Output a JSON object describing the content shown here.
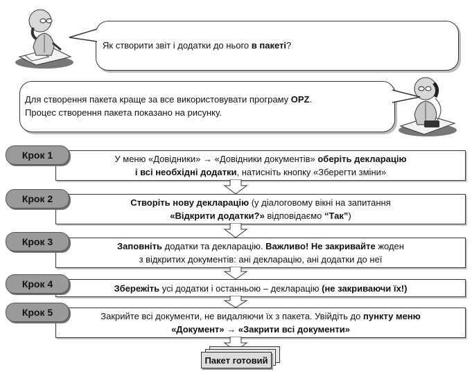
{
  "dialog": {
    "question": {
      "pre": "Як створити звіт і додатки до нього ",
      "bold": "в пакеті",
      "post": "?"
    },
    "answer": {
      "line1_pre": "Для створення пакета краще за все використовувати програму ",
      "line1_bold": "OPZ",
      "line1_post": ".",
      "line2": "Процес створення пакета показано на рисунку."
    }
  },
  "steps": [
    {
      "label": "Крок 1",
      "lines": [
        [
          {
            "t": "У меню «Довідники» → «Довідники документів» ",
            "b": false
          },
          {
            "t": "оберіть декларацію",
            "b": true
          }
        ],
        [
          {
            "t": "і всі необхідні додатки",
            "b": true
          },
          {
            "t": ", натисніть кнопку «Зберегти зміни»",
            "b": false
          }
        ]
      ]
    },
    {
      "label": "Крок 2",
      "lines": [
        [
          {
            "t": "Створіть нову декларацію",
            "b": true
          },
          {
            "t": " (у діалоговому вікні на запитання",
            "b": false
          }
        ],
        [
          {
            "t": "«Відкрити додатки?»",
            "b": true
          },
          {
            "t": " відповідаємо ",
            "b": false
          },
          {
            "t": "“Так”",
            "b": true
          },
          {
            "t": ")",
            "b": false
          }
        ]
      ]
    },
    {
      "label": "Крок 3",
      "lines": [
        [
          {
            "t": "Заповніть",
            "b": true
          },
          {
            "t": " додатки та декларацію. ",
            "b": false
          },
          {
            "t": "Важливо! Не закривайте",
            "b": true
          },
          {
            "t": " жоден",
            "b": false
          }
        ],
        [
          {
            "t": "з відкритих документів: ані декларацію, ані додатки до неї",
            "b": false
          }
        ]
      ]
    },
    {
      "label": "Крок 4",
      "lines": [
        [
          {
            "t": "Збережіть",
            "b": true
          },
          {
            "t": " усі додатки і останньою – декларацію ",
            "b": false
          },
          {
            "t": "(не закриваючи їх!)",
            "b": true
          }
        ]
      ]
    },
    {
      "label": "Крок 5",
      "lines": [
        [
          {
            "t": "Закрийте всі документи, не видаляючи їх з пакета. Увійдіть до ",
            "b": false
          },
          {
            "t": "пункту меню",
            "b": true
          }
        ],
        [
          {
            "t": "«Документ»",
            "b": true
          },
          {
            "t": " → ",
            "b": false
          },
          {
            "t": "«Закрити всі документи»",
            "b": true
          }
        ]
      ]
    }
  ],
  "result": "Пакет готовий"
}
